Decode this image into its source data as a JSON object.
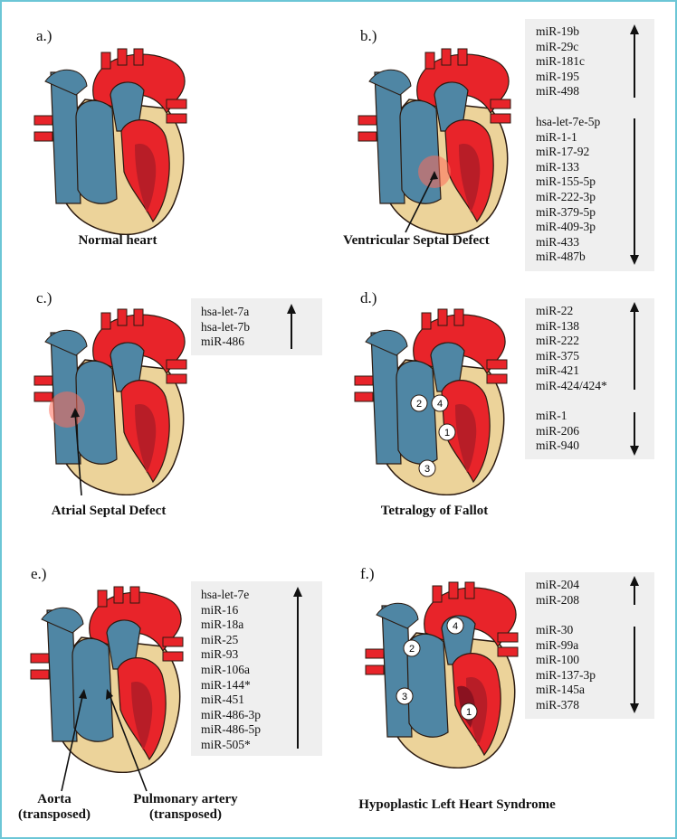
{
  "panels": {
    "a": {
      "label": "a.)",
      "caption": "Normal heart"
    },
    "b": {
      "label": "b.)",
      "caption": "Ventricular Septal Defect",
      "up": [
        "miR-19b",
        "miR-29c",
        "miR-181c",
        "miR-195",
        "miR-498"
      ],
      "down": [
        "hsa-let-7e-5p",
        "miR-1-1",
        "miR-17-92",
        "miR-133",
        "miR-155-5p",
        "miR-222-3p",
        "miR-379-5p",
        "miR-409-3p",
        "miR-433",
        "miR-487b"
      ]
    },
    "c": {
      "label": "c.)",
      "caption": "Atrial Septal Defect",
      "up": [
        "hsa-let-7a",
        "hsa-let-7b",
        "miR-486"
      ]
    },
    "d": {
      "label": "d.)",
      "caption": "Tetralogy of Fallot",
      "up": [
        "miR-22",
        "miR-138",
        "miR-222",
        "miR-375",
        "miR-421",
        "miR-424/424*"
      ],
      "down": [
        "miR-1",
        "miR-206",
        "miR-940"
      ],
      "markers": [
        "1",
        "2",
        "3",
        "4"
      ]
    },
    "e": {
      "label": "e.)",
      "caption_aorta": "Aorta",
      "caption_aorta_sub": "(transposed)",
      "caption_pa": "Pulmonary artery",
      "caption_pa_sub": "(transposed)",
      "up": [
        "hsa-let-7e",
        "miR-16",
        "miR-18a",
        "miR-25",
        "miR-93",
        "miR-106a",
        "miR-144*",
        "miR-451",
        "miR-486-3p",
        "miR-486-5p",
        "miR-505*"
      ]
    },
    "f": {
      "label": "f.)",
      "caption": "Hypoplastic Left Heart Syndrome",
      "up": [
        "miR-204",
        "miR-208"
      ],
      "down": [
        "miR-30",
        "miR-99a",
        "miR-100",
        "miR-137-3p",
        "miR-145a",
        "miR-378"
      ],
      "markers": [
        "1",
        "2",
        "3",
        "4"
      ]
    }
  },
  "colors": {
    "artery": "#e8242a",
    "vein": "#4f86a4",
    "muscle": "#ecd39a",
    "deep_red": "#b81d27",
    "frame": "#6cc6d6",
    "box": "#efefef"
  }
}
